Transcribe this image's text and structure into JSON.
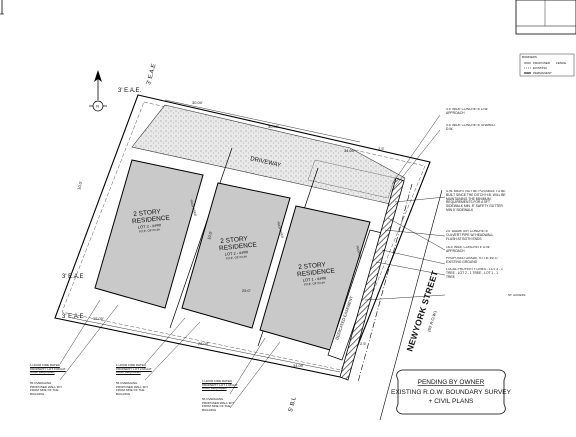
{
  "north": {
    "label": "N"
  },
  "easements": {
    "top": "3' E.A.E.",
    "top_side": "3' E.A.E",
    "left_mid": "3' E.A.E",
    "left_low": "3' E.A.E",
    "bottom": "5' B.L"
  },
  "dimensions": {
    "top_row": [
      "30.00'",
      "30.00'",
      "34.00'",
      "2.5'"
    ],
    "bottom_row": [
      "32.00'",
      "28.00'",
      "34.00'",
      "2.5'"
    ],
    "side_left": "10.0'",
    "side_mid": "10.0'",
    "setback": "25.0'"
  },
  "driveway": {
    "label": "DRIVEWAY"
  },
  "lots": [
    {
      "title": "2 STORY",
      "subtitle": "RESIDENCE",
      "lot": "LOT 3 - ####",
      "ff": "F.F.E. OF ##.##",
      "proposed": "PROPOSED"
    },
    {
      "title": "2 STORY",
      "subtitle": "RESIDENCE",
      "lot": "LOT 2 - ####",
      "ff": "F.F.E. OF ##.##",
      "proposed": "PROPOSED"
    },
    {
      "title": "2 STORY",
      "subtitle": "RESIDENCE",
      "lot": "LOT 1 - ####",
      "ff": "F.F.E. OF ##.##",
      "proposed": "PROPOSED"
    }
  ],
  "dedicated_easement": "DEDICATED EASEMENT",
  "street": {
    "name": "NEWYORK STREET",
    "row": "(60' R.O.W.)"
  },
  "right_notes": [
    "4.5' WIDE CONCRETE D.W. APPROACH",
    "4.5' WIDE CONCRETE SHARED D.W.",
    "S.W. MIGHT NOT BE POSSIBLE TO BE BUILT SINCE THE DITCH H.B. WILL BE MAINTAINING THE MINIMUM REQUIREMENTS FOR A 5FT SIDEWALK MIN. 8\" SAFETY GUTTER MIN 5' SIDEWALK",
    "24\" DIAMETER CONCRETE CULVERT PIPE W/ HEADWALL FLUSH AT BOTH ENDS",
    "16.5' WIDE CONCRETE D.W. APPROACH",
    "PROPOSED GRADE TO TIE INTO EXISTING GROUND",
    "LOCAL PROPERTY LINES - LOT 3 - 1 TREE - LOT 2 - 1 TREE - LOT 1 - 1 TREE",
    "ST. ACCESS"
  ],
  "left_notes": [
    "1 HOUR FIRE RATED PROPERTY LOT 3 RIGHT WALL REQUIRED",
    "5ft OVERHANG PROPOSED WALL 3FT FROM SIDE OF THE BUILDING",
    "1 HOUR FIRE RATED PROPERTY LOT 2 RIGHT WALL REQUIRED",
    "5ft OVERHANG PROPOSED WALL 3FT FROM SIDE OF THE BUILDING",
    "1 HOUR FIRE RATED PROPERTY LOT 1 RIGHT WALL REQUIRED",
    "5ft OVERHANG PROPOSED WALL 3FT FROM SIDE OF THE BUILDING"
  ],
  "stamp": {
    "line1": "PENDING BY OWNER",
    "line2": "EXISTING R.O.W. BOUNDARY SURVEY",
    "line3": "+ CIVIL PLANS"
  },
  "legend": {
    "title": "BORDERS",
    "items": [
      "PROPOSED",
      "EXISTING",
      "PERMANENT",
      "FENCE"
    ]
  }
}
